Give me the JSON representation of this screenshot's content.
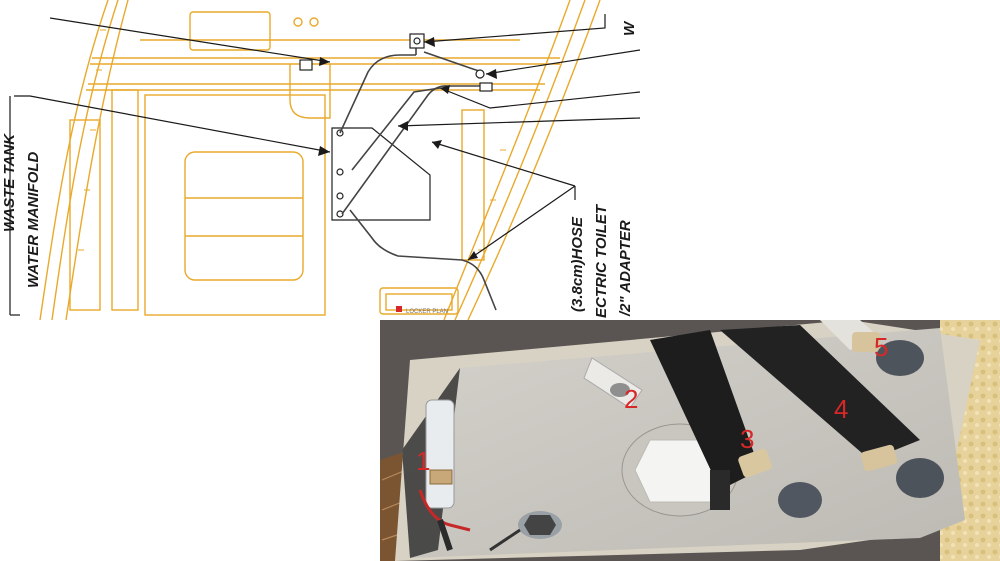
{
  "drawing": {
    "left_labels": [
      "WASTE TANK",
      "WATER MANIFOLD"
    ],
    "right_labels": [
      "(3.8cm)HOSE",
      "ECTRIC TOILET",
      "/2\" ADAPTER"
    ],
    "top_right_fragment": "W",
    "stamp_text": "LOCKER PLAN"
  },
  "photo": {
    "fitting_labels": [
      "1",
      "2",
      "3",
      "4",
      "5"
    ]
  },
  "colors": {
    "hull_lines": "#e9a92b",
    "callout_lines": "#1a1a1a",
    "number_labels": "#d62828"
  }
}
